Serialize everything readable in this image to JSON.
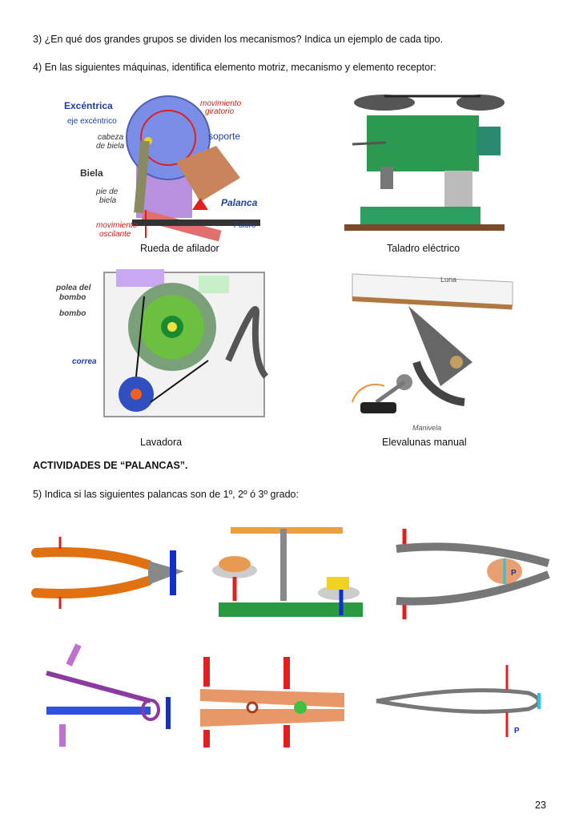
{
  "questions": {
    "q3": "3) ¿En qué dos grandes grupos se dividen los mecanismos? Indica un ejemplo de cada tipo.",
    "q4": "4) En las siguientes máquinas, identifica elemento motriz, mecanismo y elemento receptor:",
    "section": "ACTIVIDADES DE “PALANCAS”.",
    "q5": "5) Indica si las siguientes palancas son de 1º, 2º ó 3º grado:"
  },
  "captions": {
    "afilador": "Rueda de afilador",
    "taladro": "Taladro eléctrico",
    "lavadora": "Lavadora",
    "elevalunas": "Elevalunas manual"
  },
  "afilador_labels": {
    "excentrica": "Excéntrica",
    "eje": "eje excéntrico",
    "mov_giratorio_1": "movimiento",
    "mov_giratorio_2": "giratorio",
    "soporte": "soporte",
    "cabeza_1": "cabeza",
    "cabeza_2": "de biela",
    "biela": "Biela",
    "pie_1": "pie de",
    "pie_2": "biela",
    "palanca": "Palanca",
    "mov_osc_1": "movimiento",
    "mov_osc_2": "oscilante",
    "fulcro": "Fulcro"
  },
  "lavadora_labels": {
    "polea_1": "polea del",
    "polea_2": "bombo",
    "bombo": "bombo",
    "correa": "correa"
  },
  "elevalunas_labels": {
    "luna": "Luna",
    "manivela": "Manivela"
  },
  "lever_labels": {
    "p": "P"
  },
  "page_number": "23",
  "colors": {
    "force_red": "#e02020",
    "resistance_blue": "#1030c8",
    "fulcrum_cyan": "#20c8e0",
    "label_red": "#d02020",
    "label_blue": "#2040a0"
  }
}
